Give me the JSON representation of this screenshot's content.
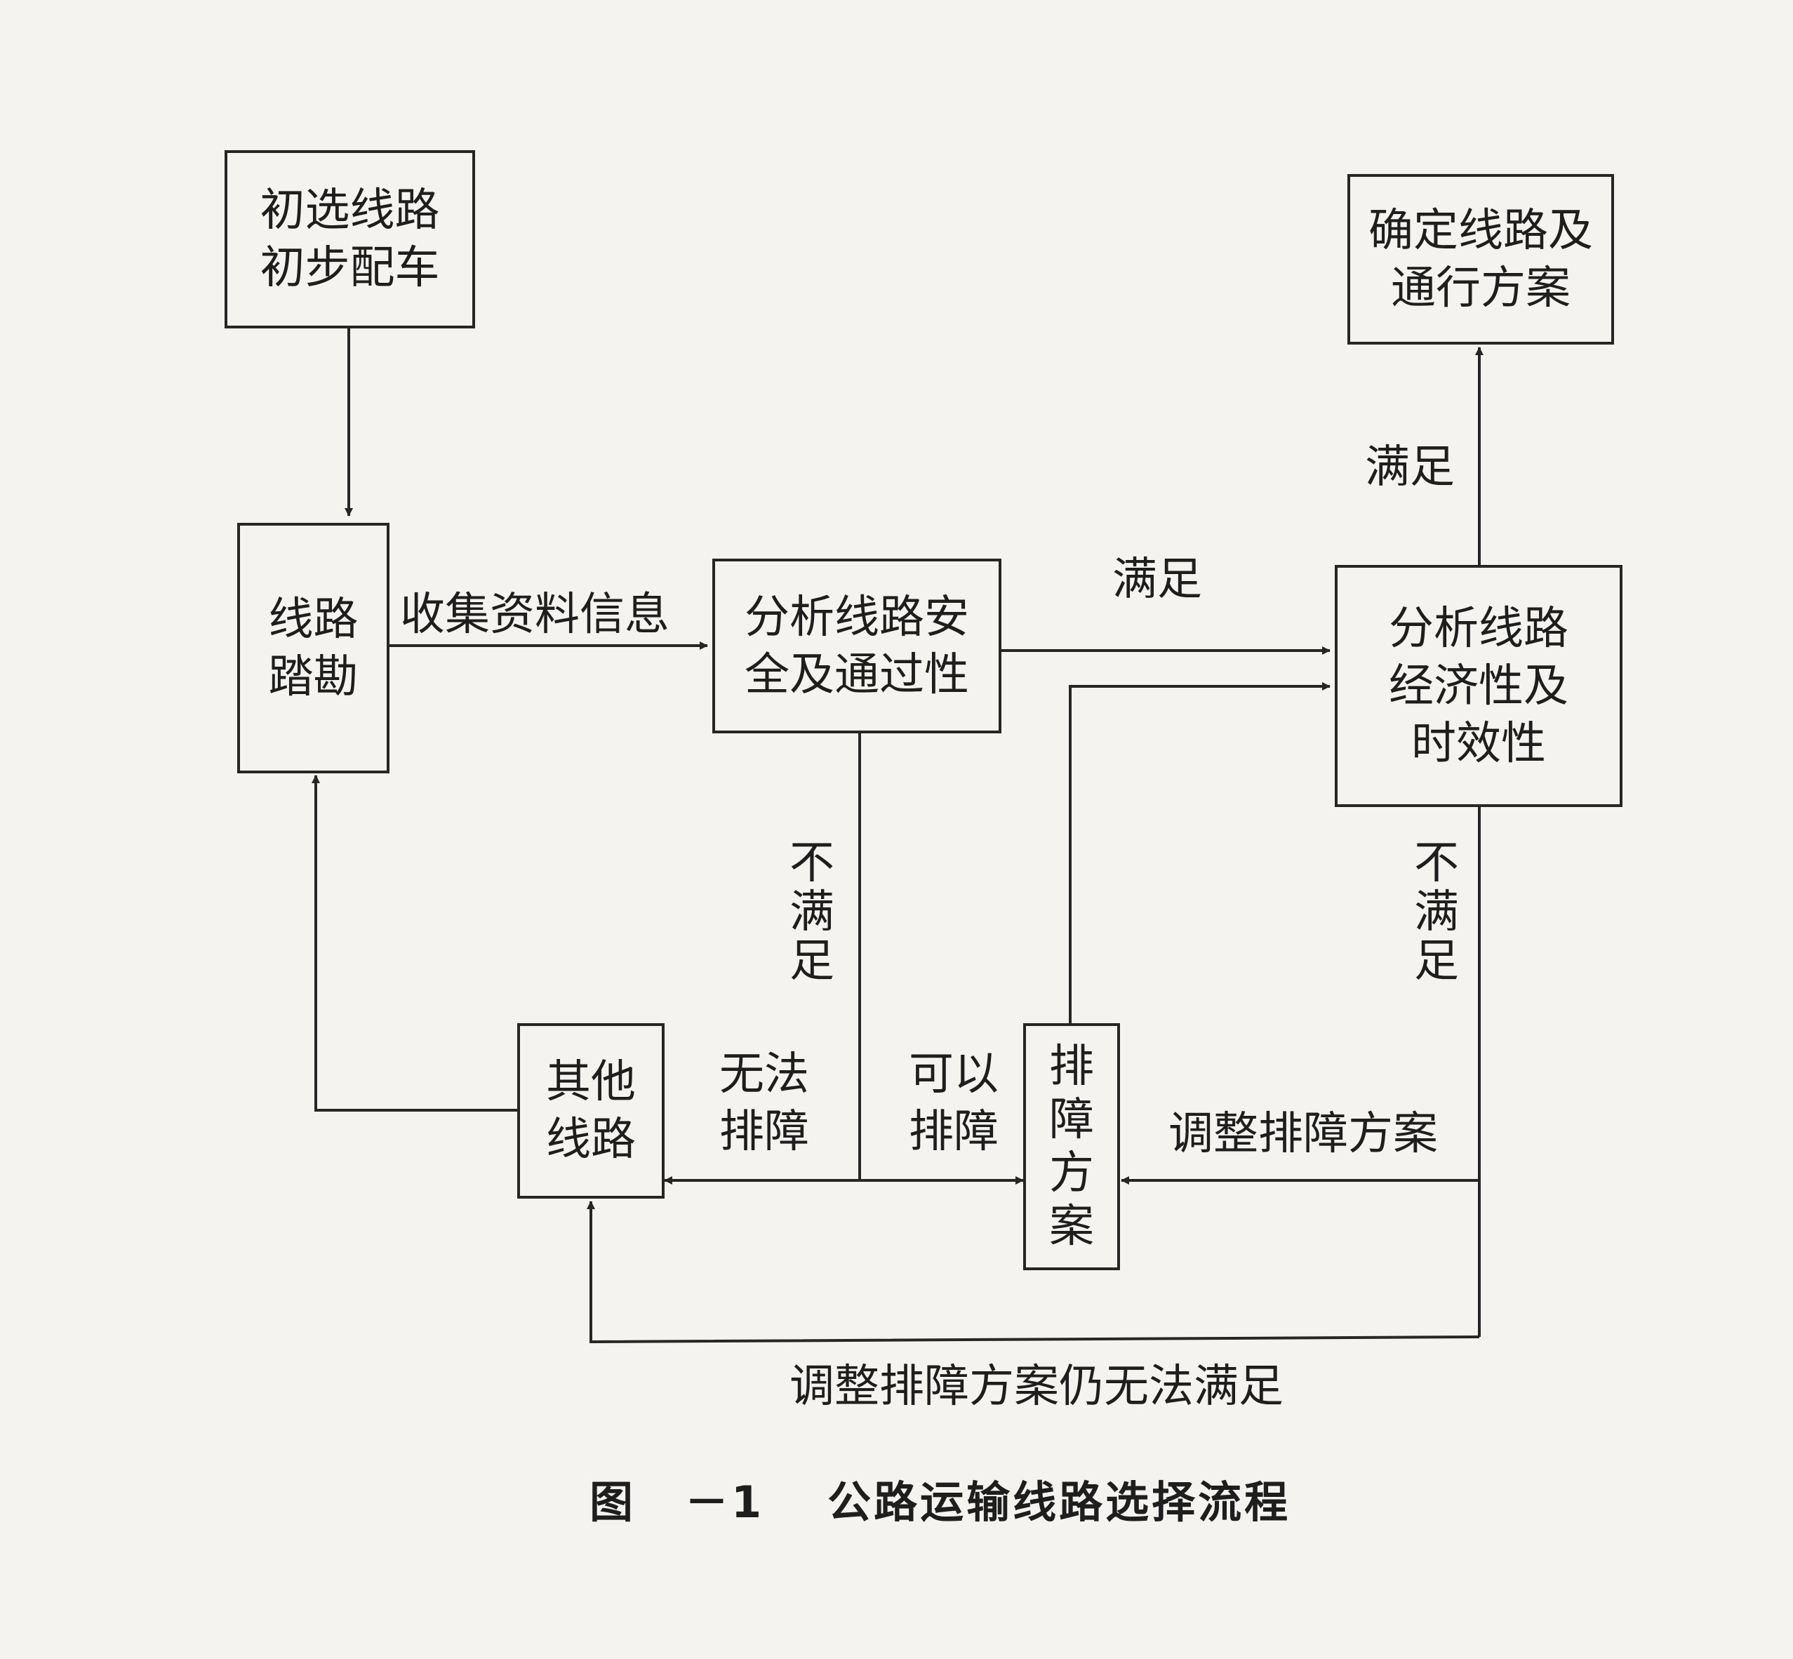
{
  "diagram": {
    "nodes": {
      "preliminary": {
        "lines": [
          "初选线路",
          "初步配车"
        ]
      },
      "survey": {
        "lines": [
          "线路",
          "踏勘"
        ]
      },
      "safety": {
        "lines": [
          "分析线路安",
          "全及通过性"
        ]
      },
      "economy": {
        "lines": [
          "分析线路",
          "经济性及",
          "时效性"
        ]
      },
      "final": {
        "lines": [
          "确定线路及",
          "通行方案"
        ]
      },
      "other": {
        "lines": [
          "其他",
          "线路"
        ]
      },
      "clearance": {
        "chars": [
          "排",
          "障",
          "方",
          "案"
        ]
      }
    },
    "edge_labels": {
      "collect": "收集资料信息",
      "satisfy_safety": "满足",
      "satisfy_economy": "满足",
      "not_satisfy_safety": [
        "不",
        "满",
        "足"
      ],
      "not_satisfy_economy": [
        "不",
        "满",
        "足"
      ],
      "cannot_clear": [
        "无法",
        "排障"
      ],
      "can_clear": [
        "可以",
        "排障"
      ],
      "adjust_plan": "调整排障方案",
      "adjust_still_fail": "调整排障方案仍无法满足"
    }
  },
  "caption": {
    "prefix": "图",
    "number": "－1",
    "title": "公路运输线路选择流程"
  }
}
